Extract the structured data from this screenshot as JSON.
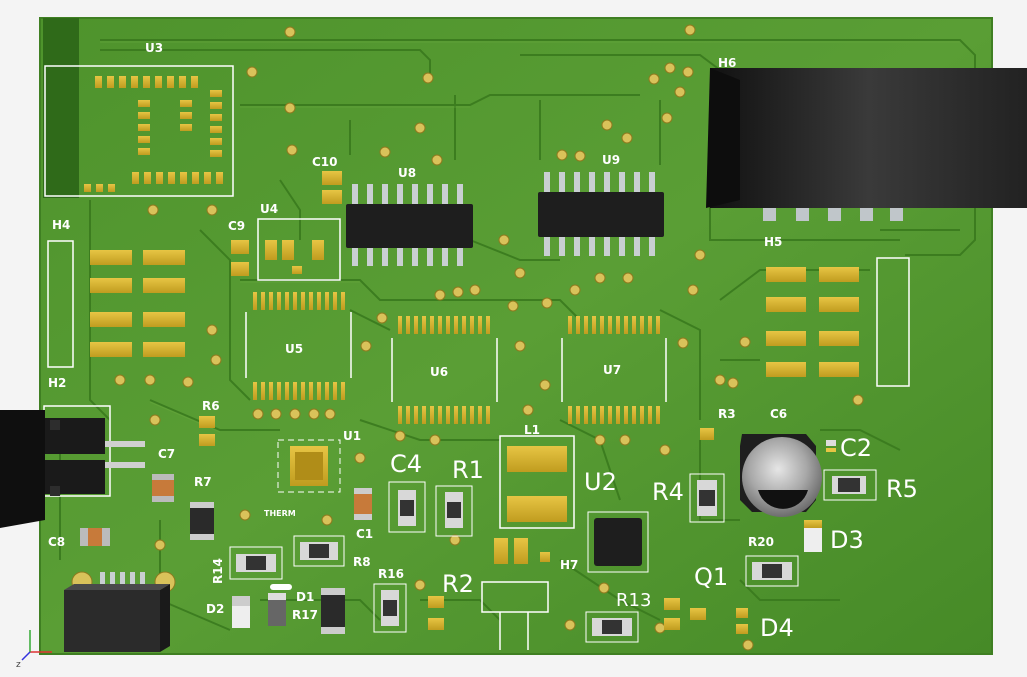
{
  "colors": {
    "background": "#f4f4f4",
    "board": "#4a8f2a",
    "board_highlight": "#5a9e35",
    "board_edge": "#3f7f22",
    "trace": "#3a7a1e",
    "trace_hi": "#66a63c",
    "pad_gold": "#d8b22c",
    "pad_gold_dark": "#a8861a",
    "silkscreen": "#ffffff",
    "ic_body": "#1e1e1e",
    "connector_body": "#2a2a2a",
    "capacitor_body": "#9a9a9a",
    "led": "#eeeeee",
    "smd_cap_orange": "#c77a3a"
  },
  "board_labels": {
    "U1": "U1",
    "U2": "U2",
    "U3": "U3",
    "U4": "U4",
    "U5": "U5",
    "U6": "U6",
    "U7": "U7",
    "U8": "U8",
    "U9": "U9",
    "H2": "H2",
    "H4": "H4",
    "H5": "H5",
    "H6": "H6",
    "H7": "H7",
    "C1": "C1",
    "C2": "C2",
    "C4": "C4",
    "C6": "C6",
    "C7": "C7",
    "C8": "C8",
    "C9": "C9",
    "C10": "C10",
    "R1": "R1",
    "R2": "R2",
    "R3": "R3",
    "R4": "R4",
    "R5": "R5",
    "R6": "R6",
    "R7": "R7",
    "R8": "R8",
    "R13": "R13",
    "R14": "R14",
    "R16": "R16",
    "R17": "R17",
    "R20": "R20",
    "D1": "D1",
    "D2": "D2",
    "D3": "D3",
    "D4": "D4",
    "Q1": "Q1",
    "L1": "L1",
    "THERM": "THERM"
  },
  "icons": [
    "axis-triad-icon"
  ]
}
